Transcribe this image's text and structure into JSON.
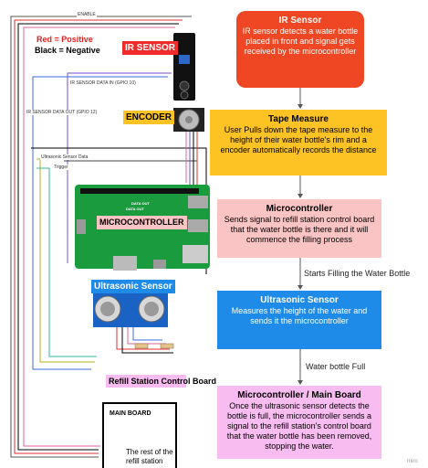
{
  "legend": {
    "red": "Red = Positive",
    "black": "Black = Negative"
  },
  "wire_labels": {
    "enable": "ENABLE",
    "ir_data_in": "IR SENSOR DATA IN (GPIO 10)",
    "ir_data_out": "IR SENSOR DATA OUT (GPIO 12)",
    "ultrasonic_data": "Ultrasonic Sensor Data",
    "trigger": "Trigger",
    "data_out_1": "DATA OUT",
    "data_out_2": "DATA OUT"
  },
  "component_labels": {
    "ir_sensor": "IR SENSOR",
    "encoder": "ENCODER",
    "microcontroller": "MICROCONTROLLER",
    "ultrasonic": "Ultrasonic Sensor",
    "refill_station": "Refill Station Control Board",
    "main_board": "MAIN BOARD",
    "rest_of_station": "The rest of the refill station"
  },
  "flow": [
    {
      "title": "IR Sensor",
      "body": "IR sensor detects a water bottle placed in front and signal gets received by the microcontroller",
      "color": "#ef4723"
    },
    {
      "title": "Tape Measure",
      "body": "User Pulls down the tape measure to the height of their water bottle's rim and a encoder automatically records the distance",
      "color": "#fdc325"
    },
    {
      "title": "Microcontroller",
      "body": "Sends signal to refill station control board that the water bottle is there and it will commence the filling process",
      "color": "#fbc4c4"
    },
    {
      "title": "Ultrasonic Sensor",
      "body": "Measures the height of the water and sends it the microcontroller",
      "color": "#1e8be9"
    },
    {
      "title": "Microcontroller / Main Board",
      "body": "Once the ultrasonic sensor detects the bottle is full, the microcontroller sends a signal to the refill station's control board that the water bottle has been removed, stopping the water.",
      "color": "#f8bcf0"
    }
  ],
  "arrow_labels": {
    "starts_filling": "Starts Filling the Water Bottle",
    "bottle_full": "Water bottle Full"
  },
  "watermark": "miro"
}
